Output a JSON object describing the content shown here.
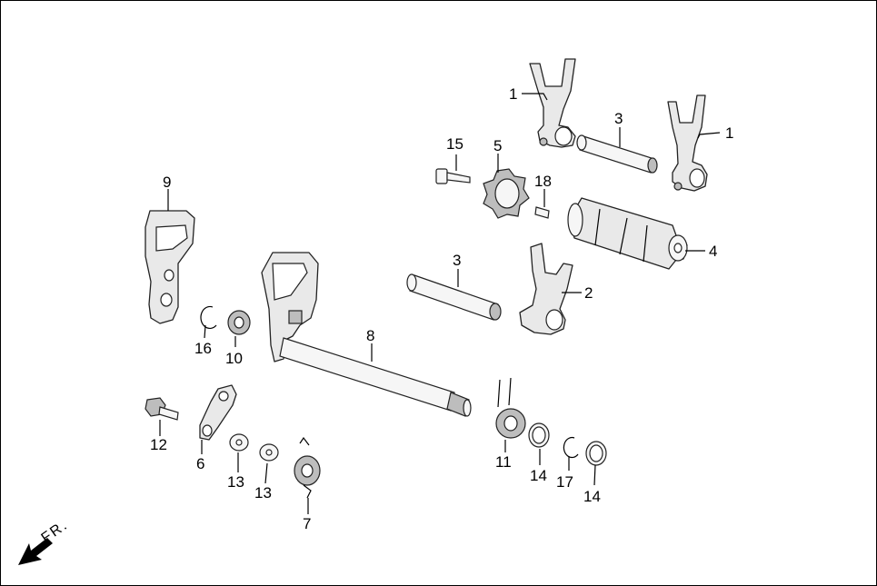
{
  "callouts": {
    "c1a": "1",
    "c1b": "1",
    "c2": "2",
    "c3a": "3",
    "c3b": "3",
    "c4": "4",
    "c5": "5",
    "c6": "6",
    "c7": "7",
    "c8": "8",
    "c9": "9",
    "c10": "10",
    "c11": "11",
    "c12": "12",
    "c13a": "13",
    "c13b": "13",
    "c14a": "14",
    "c14b": "14",
    "c15": "15",
    "c16": "16",
    "c17": "17",
    "c18": "18"
  },
  "front_marker": {
    "label": "FR."
  }
}
